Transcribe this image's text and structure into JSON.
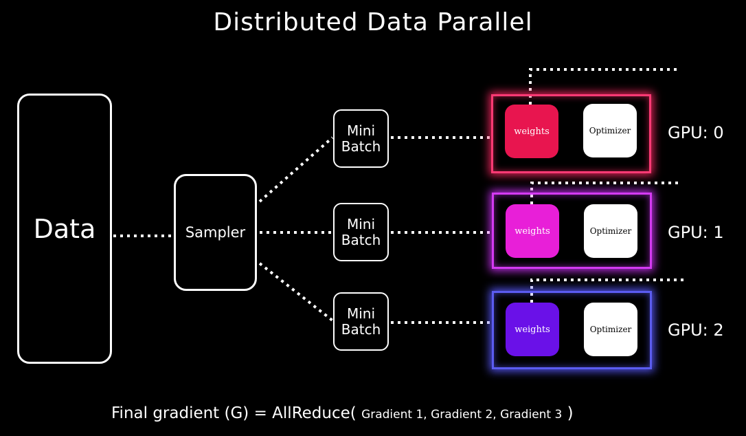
{
  "title": "Distributed Data Parallel",
  "data_label": "Data",
  "sampler_label": "Sampler",
  "minibatches": [
    {
      "line1": "Mini",
      "line2": "Batch"
    },
    {
      "line1": "Mini",
      "line2": "Batch"
    },
    {
      "line1": "Mini",
      "line2": "Batch"
    }
  ],
  "gpus": [
    {
      "label": "GPU: 0",
      "weights": "weights",
      "optimizer": "Optimizer",
      "color": "#e8154f"
    },
    {
      "label": "GPU: 1",
      "weights": "weights",
      "optimizer": "Optimizer",
      "color": "#e81fd8"
    },
    {
      "label": "GPU: 2",
      "weights": "weights",
      "optimizer": "Optimizer",
      "color": "#6a11e8"
    }
  ],
  "formula": {
    "main": "Final gradient (G) = AllReduce(",
    "args": "Gradient 1, Gradient 2, Gradient 3",
    "close": ")"
  }
}
